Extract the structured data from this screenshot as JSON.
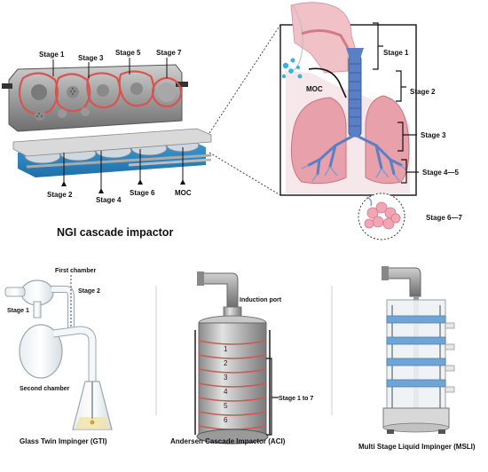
{
  "ngi": {
    "title": "NGI cascade impactor",
    "labels": {
      "stage1": "Stage 1",
      "stage3": "Stage 3",
      "stage5": "Stage 5",
      "stage7": "Stage 7",
      "stage2": "Stage 2",
      "stage4": "Stage 4",
      "stage6": "Stage 6",
      "moc": "MOC"
    }
  },
  "airway": {
    "labels": {
      "stage1": "Stage 1",
      "stage2": "Stage 2",
      "stage3": "Stage 3",
      "stage45": "Stage 4—5",
      "stage67": "Stage 6—7",
      "moc": "MOC"
    }
  },
  "gti": {
    "caption": "Glass Twin Impinger (GTI)",
    "first_chamber": "First chamber",
    "stage2": "Stage 2",
    "stage1": "Stage 1",
    "second_chamber": "Second chamber"
  },
  "aci": {
    "caption": "Andersen Cascade Impactor (ACI)",
    "induction_port": "Induction port",
    "stages": "Stage 1 to 7",
    "plate_numbers": [
      "1",
      "2",
      "3",
      "4",
      "5",
      "6"
    ]
  },
  "msli": {
    "caption": "Multi Stage Liquid Impinger (MSLI)"
  },
  "colors": {
    "accent_blue": "#2e86c1",
    "airway_blue": "#5b7fc4",
    "lung_pink": "#e8a0aa",
    "metal_gray": "#9a9a9a",
    "tube_red": "#d9534f"
  }
}
